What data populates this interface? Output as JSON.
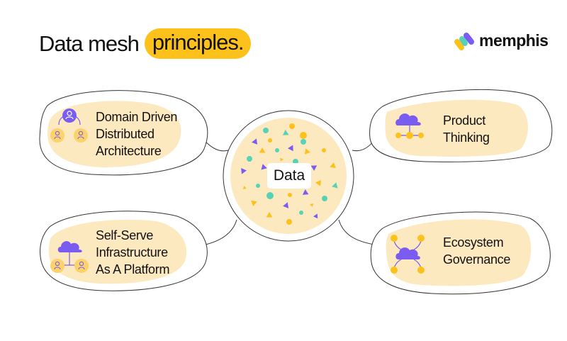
{
  "header": {
    "title_plain": "Data mesh",
    "title_highlight": "principles.",
    "highlight_color": "#fcc21b"
  },
  "brand": {
    "name": "memphis",
    "icon": "memphis-logo-icon",
    "colors": [
      "#fcc21b",
      "#56d3b6",
      "#7a5cf0"
    ]
  },
  "diagram": {
    "center": {
      "label": "Data",
      "icon": "data-particles"
    },
    "nodes": [
      {
        "id": "domain",
        "position": "top-left",
        "lines": [
          "Domain Driven",
          "Distributed",
          "Architecture"
        ],
        "icon": "team-hierarchy-icon"
      },
      {
        "id": "product",
        "position": "top-right",
        "lines": [
          "Product",
          "Thinking"
        ],
        "icon": "cloud-network-icon"
      },
      {
        "id": "selfserve",
        "position": "bottom-left",
        "lines": [
          "Self-Serve",
          "Infrastructure",
          "As A Platform"
        ],
        "icon": "cloud-users-icon"
      },
      {
        "id": "ecosystem",
        "position": "bottom-right",
        "lines": [
          "Ecosystem",
          "Governance"
        ],
        "icon": "cloud-hub-icon"
      }
    ],
    "colors": {
      "blob": "#fde9bf",
      "accent_yellow": "#fcc21b",
      "accent_purple": "#7a5cf0",
      "accent_teal": "#56d3b6",
      "outline": "#333333"
    }
  }
}
